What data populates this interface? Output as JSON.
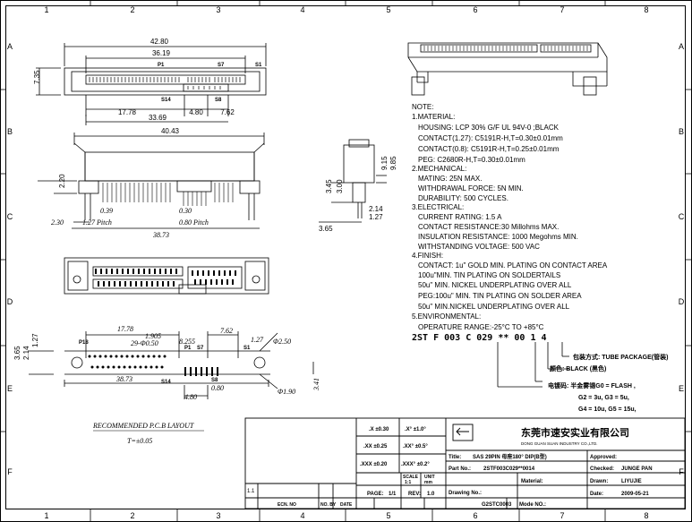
{
  "grid": {
    "columns": [
      "1",
      "2",
      "3",
      "4",
      "5",
      "6",
      "7",
      "8"
    ],
    "rows": [
      "A",
      "B",
      "C",
      "D",
      "E",
      "F"
    ]
  },
  "top_view": {
    "overall": "42.80",
    "inner": "36.19",
    "height": "7.35",
    "p1": "P1",
    "p7": "S7",
    "s1": "S1",
    "s14": "S14",
    "s8": "S8",
    "d1": "17.78",
    "d2": "4.80",
    "d3": "7.62",
    "d4": "33.69"
  },
  "front_view": {
    "overall": "40.43",
    "h1": "2.20",
    "d039": "0.39",
    "pitch127": "1.27 Pitch",
    "d230": "2.30",
    "d030": "0.30",
    "pitch080": "0.80 Pitch",
    "d3873": "38.73"
  },
  "side_view": {
    "h345": "3.45",
    "h300": "3.00",
    "h915": "9.15",
    "h985": "9.85",
    "d214": "2.14",
    "d127": "1.27",
    "d365": "3.65"
  },
  "pcb_layout": {
    "d1778": "17.78",
    "d29": "29-Φ0.50",
    "d1905": "1.905",
    "d8255": "8.255",
    "d762": "7.62",
    "d127": "1.27",
    "d250": "Φ2.50",
    "p18": "P18",
    "p1": "P1",
    "s7": "S7",
    "s1": "S1",
    "s14": "S14",
    "s8": "S8",
    "d080": "0.80",
    "d480": "4.80",
    "d3873": "38.73",
    "d190": "Φ1.90",
    "d341": "3.41",
    "left1": "3.65",
    "left2": "2.14",
    "left3": "1.27",
    "title": "RECOMMENDED P.C.B LAYOUT",
    "thickness": "T=±0.05"
  },
  "notes": {
    "heading": "NOTE:",
    "lines": [
      "1.MATERIAL:",
      "HOUSING: LCP   30% G/F UL 94V-0 ;BLACK",
      "CONTACT(1.27):   C5191R-H,T=0.30±0.01mm",
      "CONTACT(0.8):   C5191R-H,T=0.25±0.01mm",
      "PEG: C2680R-H,T=0.30±0.01mm",
      "2.MECHANICAL:",
      "MATING: 25N MAX.",
      "WITHDRAWAL FORCE: 5N MIN.",
      "DURABILITY: 500 CYCLES.",
      "3.ELECTRICAL:",
      "CURRENT RATING: 1.5 A",
      "CONTACT RESISTANCE:30 Millohms MAX.",
      "INSULATION RESISTANCE: 1000 Megohms MIN.",
      "WITHSTANDING VOLTAGE: 500 VAC",
      "4.FINISH:",
      "CONTACT: 1u\" GOLD MIN. PLATING ON CONTACT AREA",
      "100u\"MIN.  TIN PLATING ON SOLDERTAILS",
      "50u\" MIN. NICKEL UNDERPLATING OVER ALL",
      "PEG:100u\" MIN.  TIN PLATING ON SOLDER AREA",
      "50u\" MIN.NICKEL UNDERPLATING OVER ALL",
      "5.ENVIRONMENTAL:",
      "OPERATURE RANGE:-25°C TO +85°C"
    ]
  },
  "part_code": {
    "code": "2ST F 003 C 029 ** 00 1 4",
    "pack": "包装方式: TUBE PACKAGE(管装)",
    "color": "颜色: BLACK (黑色)",
    "plating": "电镀码: 半金雾锡G0 = FLASH ,",
    "plating2": "G2 = 3u, G3 = 5u,",
    "plating3": "G4 = 10u, G5 = 15u,"
  },
  "tolerance": {
    "r1a": ".X    ±0.30",
    "r1b": ".X°   ±1.0°",
    "r2a": ".XX   ±0.25",
    "r2b": ".XX°  ±0.5°",
    "r3a": ".XXX ±0.20",
    "r3b": ".XXX° ±0.2°"
  },
  "title_block": {
    "company": "东莞市速安实业有限公司",
    "company_en": "DONG GUAN SUAN INDUSTRY CO.,LTD.",
    "title_label": "Title:",
    "title_value": "SAS 29PIN 母座180° DIP(B型)",
    "partno_label": "Part No.:",
    "partno_value": "2STF003C029**0014",
    "scale_label": "SCALE",
    "scale_value": "1:1",
    "unit_label": "UNIT",
    "unit_value": "mm",
    "page_label": "PAGE:",
    "page_value": "1/1",
    "rev_label": "REV:",
    "rev_value": "1.0",
    "drawing_label": "Drawing No.:",
    "drawing_value": "G2STC0003",
    "model_label": "Mode NO.:",
    "material_label": "Material:",
    "approved_label": "Approved:",
    "checked_label": "Checked:",
    "checked_value": "JUNGE PAN",
    "drawn_label": "Drawn:",
    "drawn_value": "LIYUJIE",
    "date_label": "Date:",
    "date_value": "2009-05-21",
    "rev_row": "1.1",
    "col1": "ECN. NO",
    "col2": "NO. BY",
    "col3": "DATE"
  }
}
